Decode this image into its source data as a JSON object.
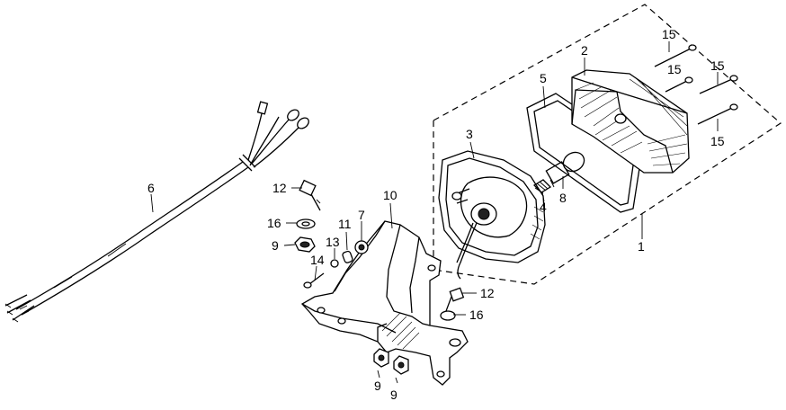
{
  "callouts": {
    "c1": "1",
    "c2": "2",
    "c3": "3",
    "c4": "4",
    "c5": "5",
    "c6": "6",
    "c7": "7",
    "c8": "8",
    "c9a": "9",
    "c9b": "9",
    "c9c": "9",
    "c10": "10",
    "c11": "11",
    "c12a": "12",
    "c12b": "12",
    "c13": "13",
    "c14": "14",
    "c15a": "15",
    "c15b": "15",
    "c15c": "15",
    "c15d": "15",
    "c16a": "16",
    "c16b": "16"
  }
}
